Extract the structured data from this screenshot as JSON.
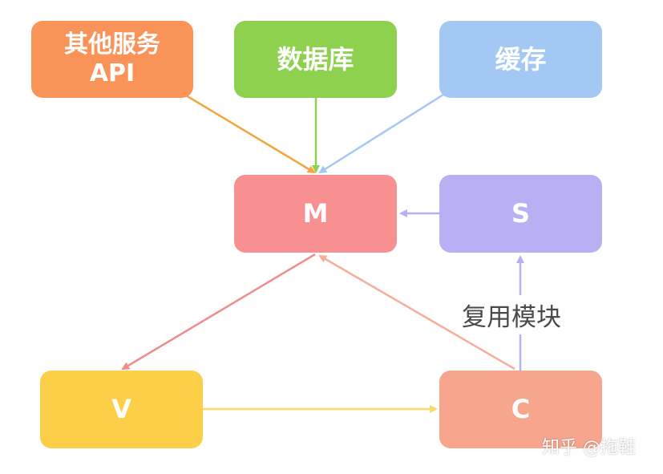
{
  "nodes": {
    "api": {
      "label": "其他服务\nAPI",
      "color": "#FA9358"
    },
    "db": {
      "label": "数据库",
      "color": "#8ED14F"
    },
    "cache": {
      "label": "缓存",
      "color": "#A3C8F4"
    },
    "m": {
      "label": "M",
      "color": "#F88F91"
    },
    "s": {
      "label": "S",
      "color": "#B7B1F4"
    },
    "v": {
      "label": "V",
      "color": "#FDCF48"
    },
    "c": {
      "label": "C",
      "color": "#F8A58E"
    }
  },
  "edges": {
    "api_m": {
      "color": "#F3A53C"
    },
    "db_m": {
      "color": "#8ED14F"
    },
    "cache_m": {
      "color": "#A3C8F4"
    },
    "s_m": {
      "color": "#B7B1F4"
    },
    "m_v": {
      "color": "#F08C8A"
    },
    "c_m": {
      "color": "#F6AE9A"
    },
    "v_c": {
      "color": "#FDD867"
    },
    "c_s": {
      "color": "#B7B1F4",
      "label": "复用模块"
    }
  },
  "watermark": "知乎 @拖鞋"
}
